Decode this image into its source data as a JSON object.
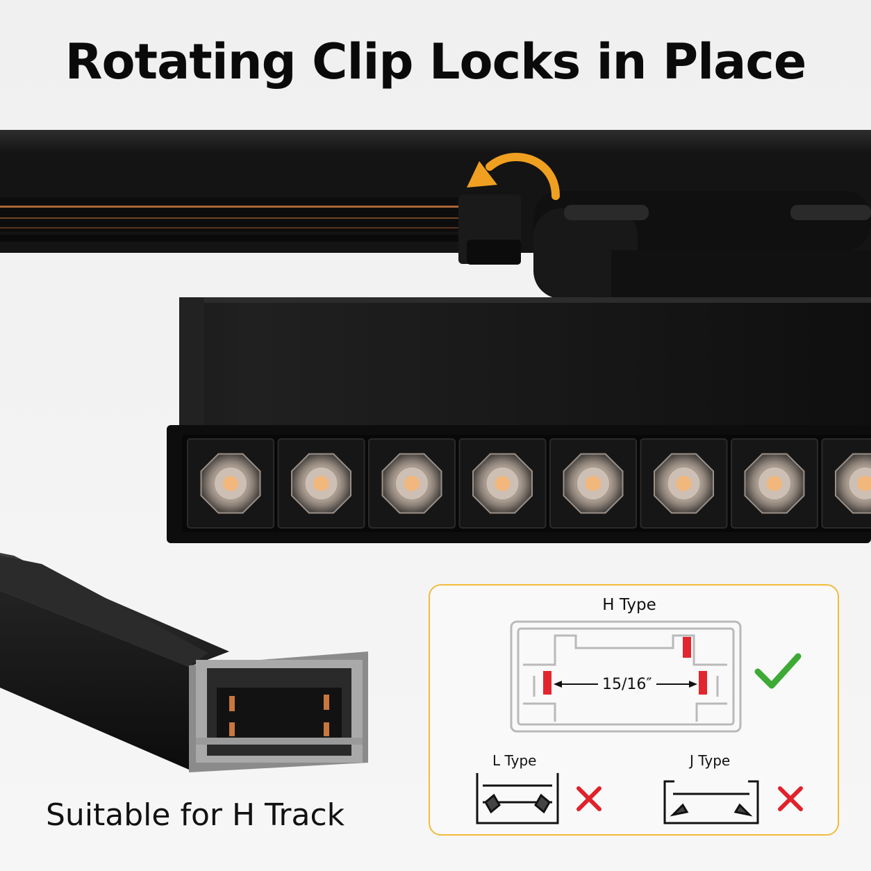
{
  "headline": "Rotating Clip Locks in Place",
  "product_caption": "Suitable for H Track",
  "compatibility": {
    "h_type": {
      "label": "H Type",
      "dimension": "15/16″",
      "status": "compatible"
    },
    "l_type": {
      "label": "L Type",
      "status": "incompatible"
    },
    "j_type": {
      "label": "J Type",
      "status": "incompatible"
    }
  },
  "colors": {
    "panel_border": "#f2bb3b",
    "check": "#3daa35",
    "cross": "#e0222b",
    "contact_marker": "#e3262e",
    "rotate_arrow": "#f0a020",
    "copper": "#c8773e",
    "led_warm": "#f1b77c"
  },
  "led_count_visible": 8
}
